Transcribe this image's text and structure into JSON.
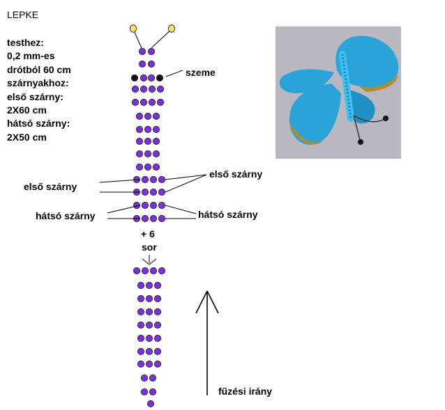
{
  "title": "LEPKE",
  "notes": [
    "testhez:",
    "0,2 mm-es",
    "drótból 60 cm",
    "szárnyakhoz:",
    "első szárny:",
    "2X60 cm",
    "hátsó szárny:",
    "2X50 cm"
  ],
  "labels": {
    "eyes": "szeme",
    "front_wing_right": "első szárny",
    "front_wing_left": "első szárny",
    "hind_wing_left": "hátsó szárny",
    "hind_wing_right": "hátsó szárny",
    "rows_plus": "+ 6",
    "rows_word": "sor",
    "direction": "fűzési irány"
  },
  "colors": {
    "bead_purple": "#7b2fe0",
    "bead_black": "#111111",
    "bead_yellow": "#f4e66a",
    "photo_bg": "#b9b7bf",
    "wing_blue": "#2aa3d8",
    "wing_gold": "#b58a2a"
  }
}
